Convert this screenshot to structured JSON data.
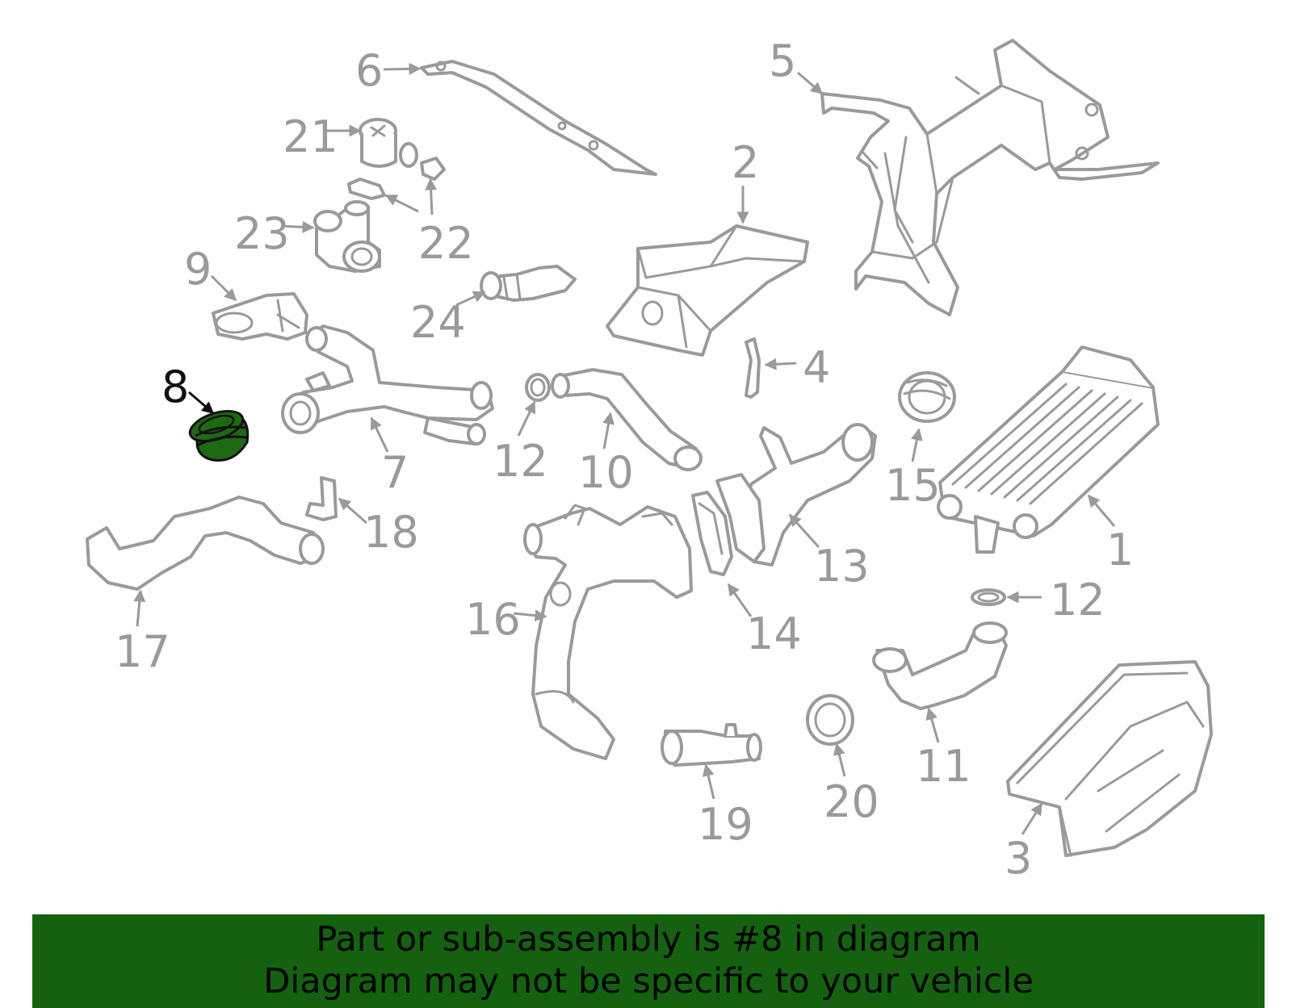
{
  "diagram": {
    "highlighted_part": "8",
    "colors": {
      "part_stroke": "#9a9a9a",
      "highlight_fill": "#1d6a12",
      "caption_bar": "#146210",
      "caption_text": "#000000"
    },
    "callouts": {
      "c1": "1",
      "c2": "2",
      "c3": "3",
      "c4": "4",
      "c5": "5",
      "c6": "6",
      "c7": "7",
      "c8": "8",
      "c9": "9",
      "c10": "10",
      "c11": "11",
      "c12a": "12",
      "c12b": "12",
      "c13": "13",
      "c14": "14",
      "c15": "15",
      "c16": "16",
      "c17": "17",
      "c18": "18",
      "c19": "19",
      "c20": "20",
      "c21": "21",
      "c22": "22",
      "c23": "23",
      "c24": "24"
    }
  },
  "caption": {
    "line1": "Part or sub-assembly is #8 in diagram",
    "line2": "Diagram may not be specific to your vehicle"
  }
}
